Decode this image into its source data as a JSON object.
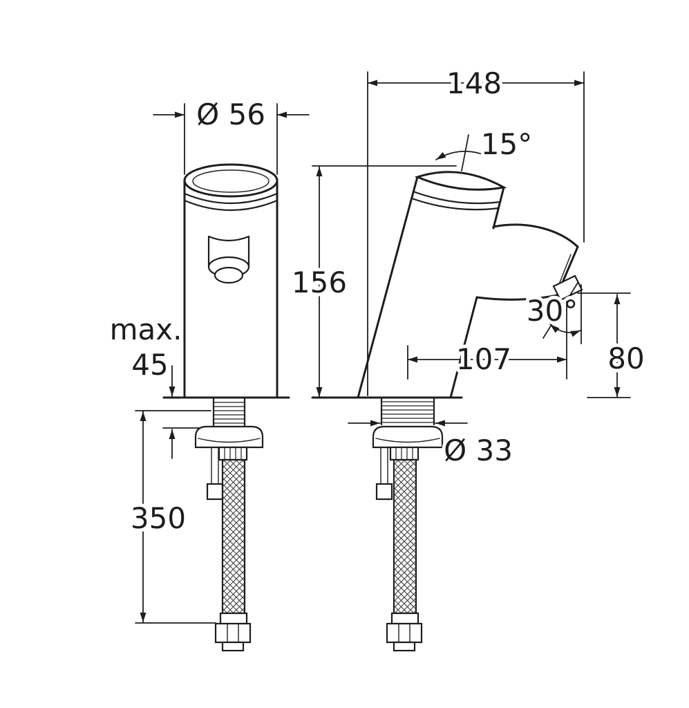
{
  "drawing": {
    "kind": "technical-dimension-drawing",
    "subject": "basin tap, front and side elevation with flexible connection hose",
    "line_color": "#1d1d1b",
    "background_color": "#ffffff",
    "labels": {
      "body_diameter": "Ø 56",
      "overall_depth": "148",
      "tilt_angle": "15°",
      "body_height": "156",
      "outlet_angle": "30°",
      "spout_reach": "107",
      "outlet_height": "80",
      "max_prefix": "max.",
      "max_counter_thickness": "45",
      "mounting_hole_diameter": "Ø 33",
      "hose_length": "350"
    }
  }
}
